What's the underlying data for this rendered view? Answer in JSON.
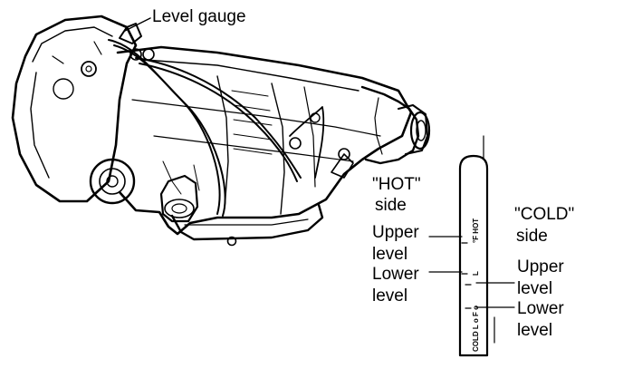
{
  "labels": {
    "level_gauge": "Level gauge",
    "hot_side_1": "\"HOT\"",
    "hot_side_2": "side",
    "hot_upper_1": "Upper",
    "hot_upper_2": "level",
    "hot_lower_1": "Lower",
    "hot_lower_2": "level",
    "cold_side_1": "\"COLD\"",
    "cold_side_2": "side",
    "cold_upper_1": "Upper",
    "cold_upper_2": "level",
    "cold_lower_1": "Lower",
    "cold_lower_2": "level"
  },
  "dipstick_markings": {
    "hot_text": "°F HOT",
    "hot_low_mark": "L",
    "cold_text": "COLD L o F o"
  }
}
